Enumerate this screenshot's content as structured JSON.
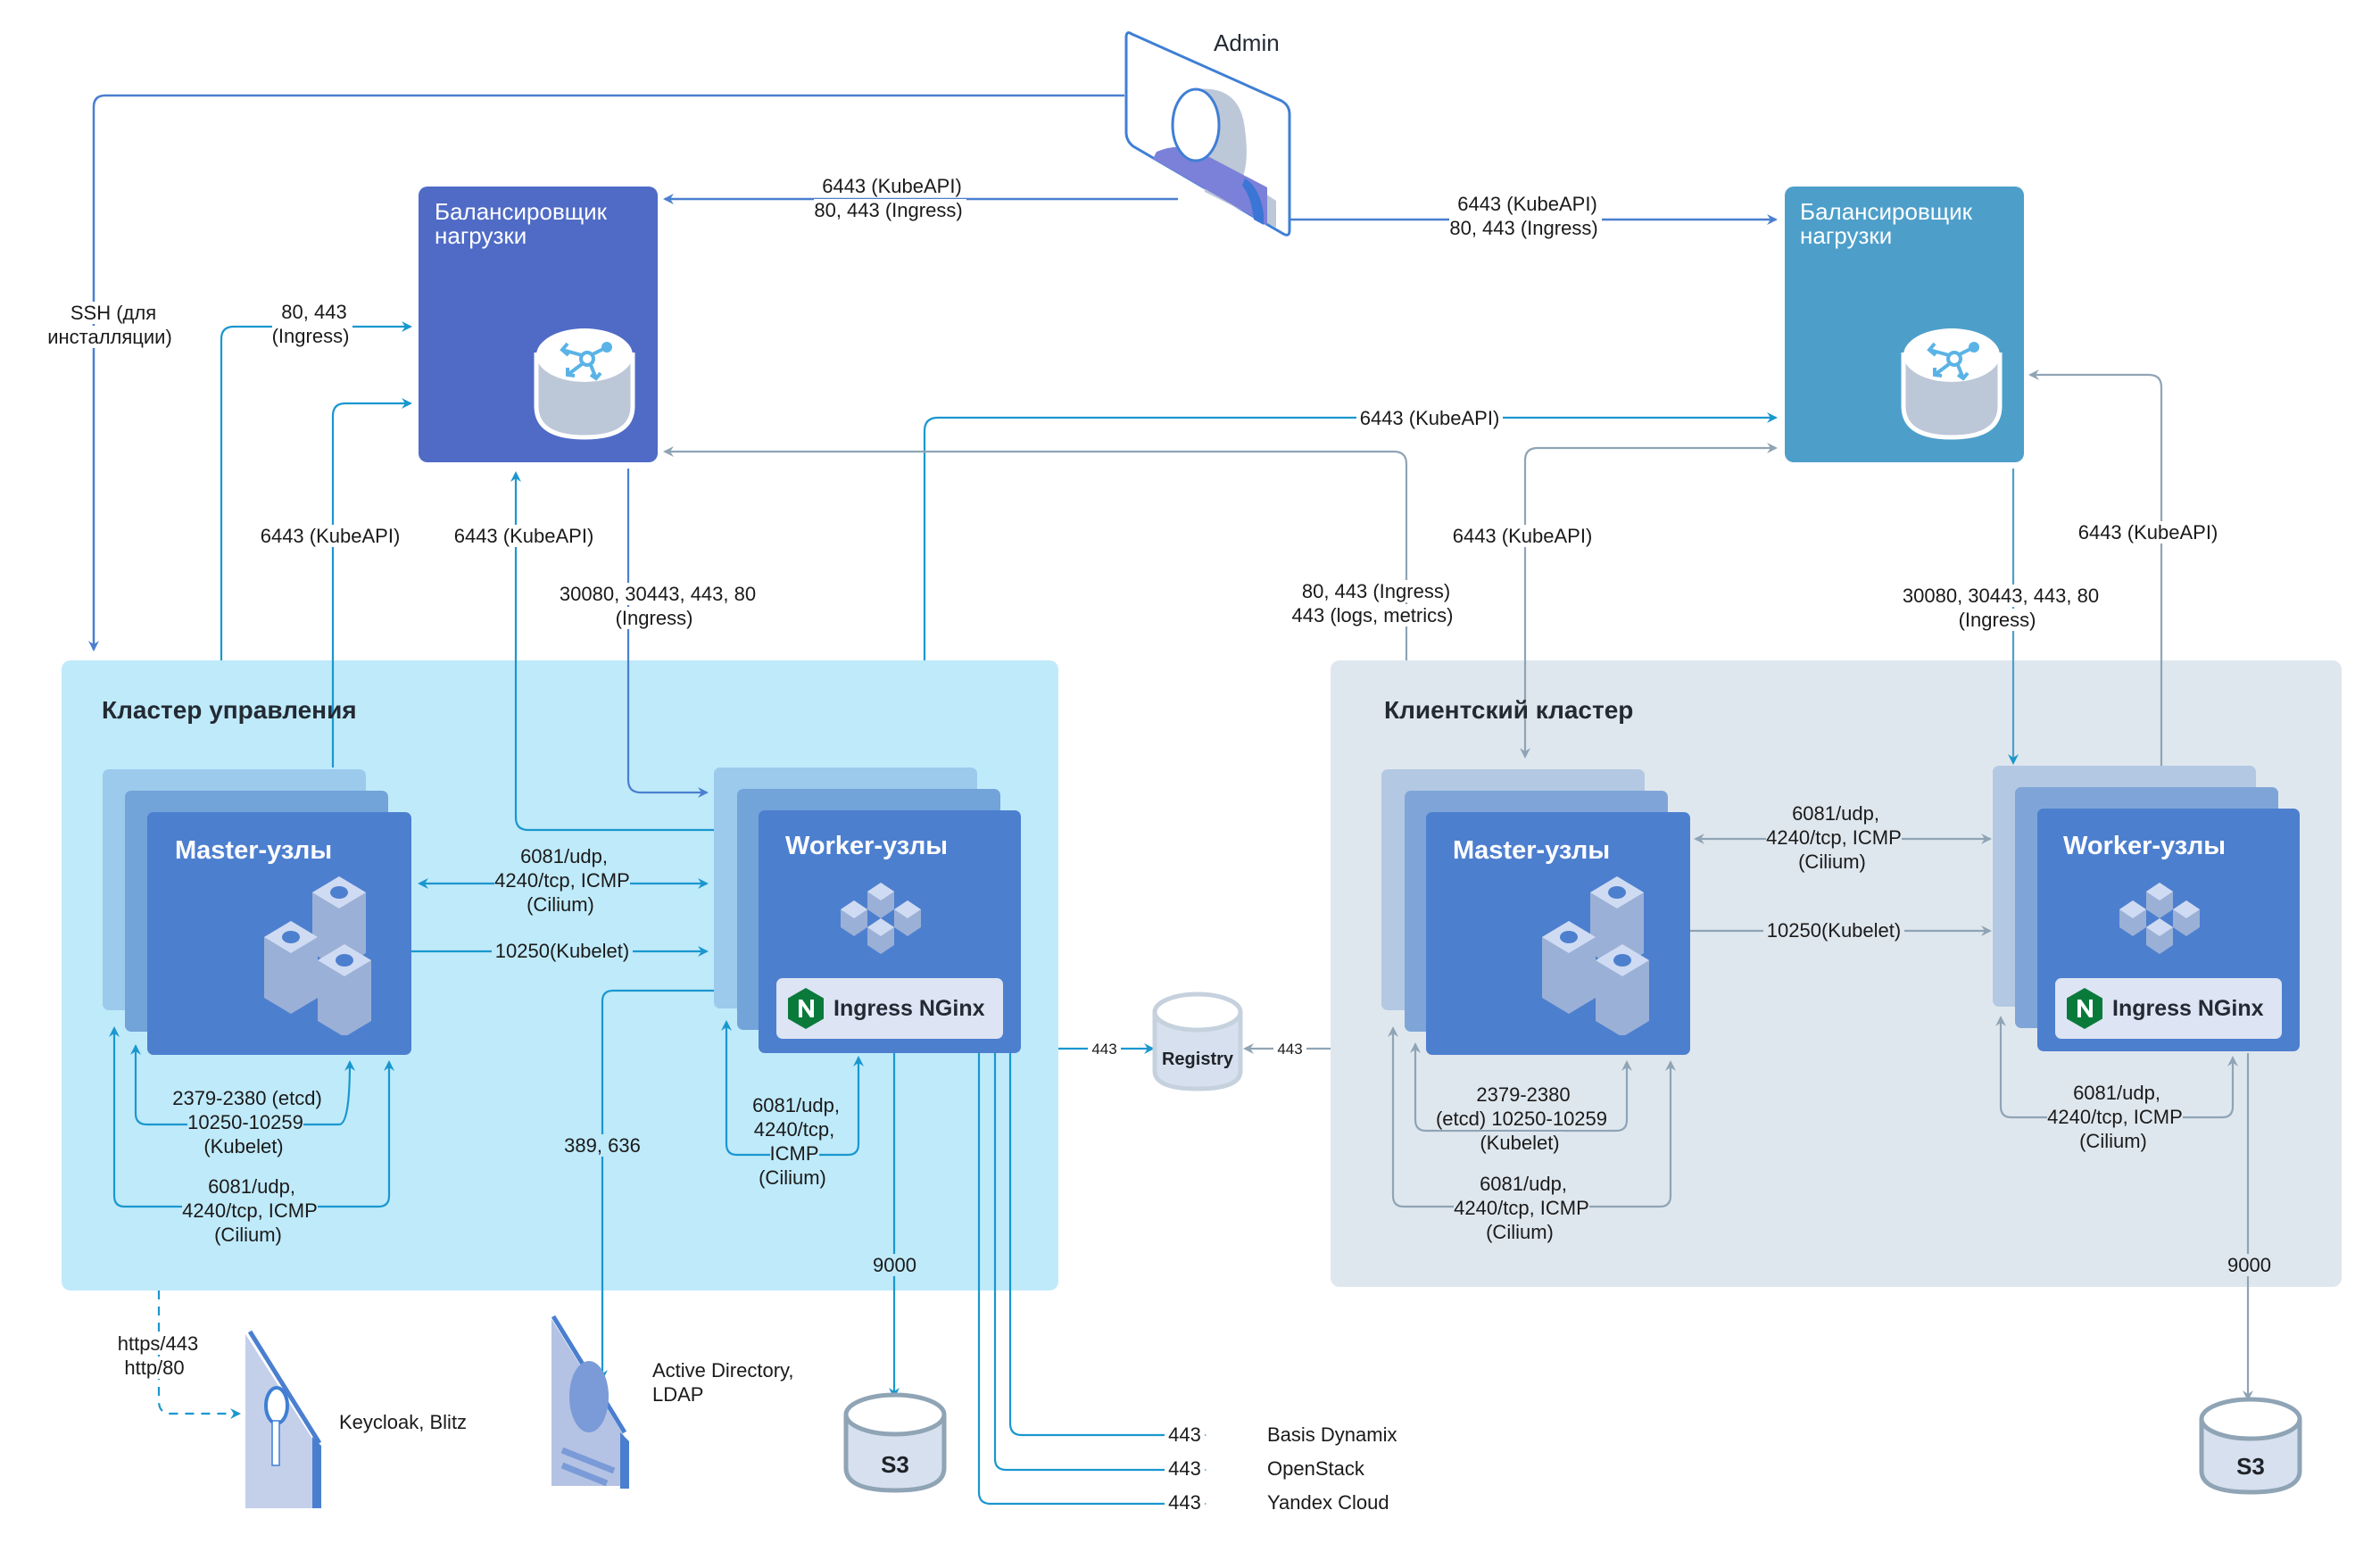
{
  "admin": {
    "label": "Admin",
    "icon": "admin-user-icon"
  },
  "load_balancers": {
    "left": {
      "title": "Балансировщик\nнагрузки",
      "icon": "load-balancer-icon",
      "color": "#4f6bc6"
    },
    "right": {
      "title": "Балансировщик\nнагрузки",
      "icon": "load-balancer-icon",
      "color": "#4d9fca"
    }
  },
  "clusters": {
    "management": {
      "title": "Кластер управления",
      "color": "#bfeafa",
      "master": {
        "title": "Master-узлы",
        "icon": "server-nodes-icon"
      },
      "worker": {
        "title": "Worker-узлы",
        "icon": "worker-cubes-icon",
        "ingress": "Ingress NGinx"
      }
    },
    "client": {
      "title": "Клиентский кластер",
      "color": "#dfe7ee",
      "master": {
        "title": "Master-узлы",
        "icon": "server-nodes-icon"
      },
      "worker": {
        "title": "Worker-узлы",
        "icon": "worker-cubes-icon",
        "ingress": "Ingress NGinx"
      }
    }
  },
  "edges": {
    "admin_to_left_lb": "6443 (KubeAPI)\n80, 443 (Ingress)",
    "admin_to_right_lb": "6443 (KubeAPI)\n80, 443 (Ingress)",
    "ssh": "SSH (для\nинсталляции)",
    "mgmt_ingress_to_lb": "80, 443\n(Ingress)",
    "mgmt_master_kubeapi": "6443 (KubeAPI)",
    "mgmt_worker_kubeapi": "6443 (KubeAPI)",
    "mgmt_lb_to_worker": "30080, 30443, 443, 80\n(Ingress)",
    "mgmt_to_right_lb": "6443 (KubeAPI)",
    "client_to_left_lb": "80, 443 (Ingress)\n443 (logs, metrics)",
    "client_master_kubeapi": "6443 (KubeAPI)",
    "client_worker_kubeapi": "6443 (KubeAPI)",
    "client_lb_to_worker": "30080, 30443, 443, 80\n(Ingress)",
    "mgmt_cilium_mw": "6081/udp,\n4240/tcp, ICMP\n(Cilium)",
    "mgmt_kubelet_mw": "10250(Kubelet)",
    "mgmt_master_etcd": "2379-2380 (etcd)\n10250-10259\n(Kubelet)",
    "mgmt_master_cilium": "6081/udp,\n4240/tcp, ICMP\n(Cilium)",
    "mgmt_worker_cilium": "6081/udp,\n4240/tcp,\nICMP\n(Cilium)",
    "mgmt_ldap": "389, 636",
    "mgmt_s3": "9000",
    "client_cilium_mw": "6081/udp,\n4240/tcp, ICMP\n(Cilium)",
    "client_kubelet_mw": "10250(Kubelet)",
    "client_master_etcd": "2379-2380\n(etcd) 10250-10259\n(Kubelet)",
    "client_master_cilium": "6081/udp,\n4240/tcp, ICMP\n(Cilium)",
    "client_worker_cilium": "6081/udp,\n4240/tcp, ICMP\n(Cilium)",
    "client_s3": "9000",
    "registry_left": "443",
    "registry_right": "443",
    "keycloak": "https/443\nhttp/80"
  },
  "external": {
    "registry": "Registry",
    "s3_left": "S3",
    "s3_right": "S3",
    "keycloak": "Keycloak, Blitz",
    "ldap": "Active Directory,\nLDAP",
    "clouds": [
      {
        "port": "443",
        "name": "Basis Dynamix"
      },
      {
        "port": "443",
        "name": "OpenStack"
      },
      {
        "port": "443",
        "name": "Yandex Cloud"
      }
    ]
  },
  "colors": {
    "edge_blue": "#1a97cf",
    "edge_admin": "#4a7fd0",
    "edge_grey": "#8fa4b5",
    "node_front": "#4d7fcf",
    "node_mid": "#72a3d9",
    "node_back": "#9ccaec",
    "nginx_green": "#0a7a3b"
  }
}
